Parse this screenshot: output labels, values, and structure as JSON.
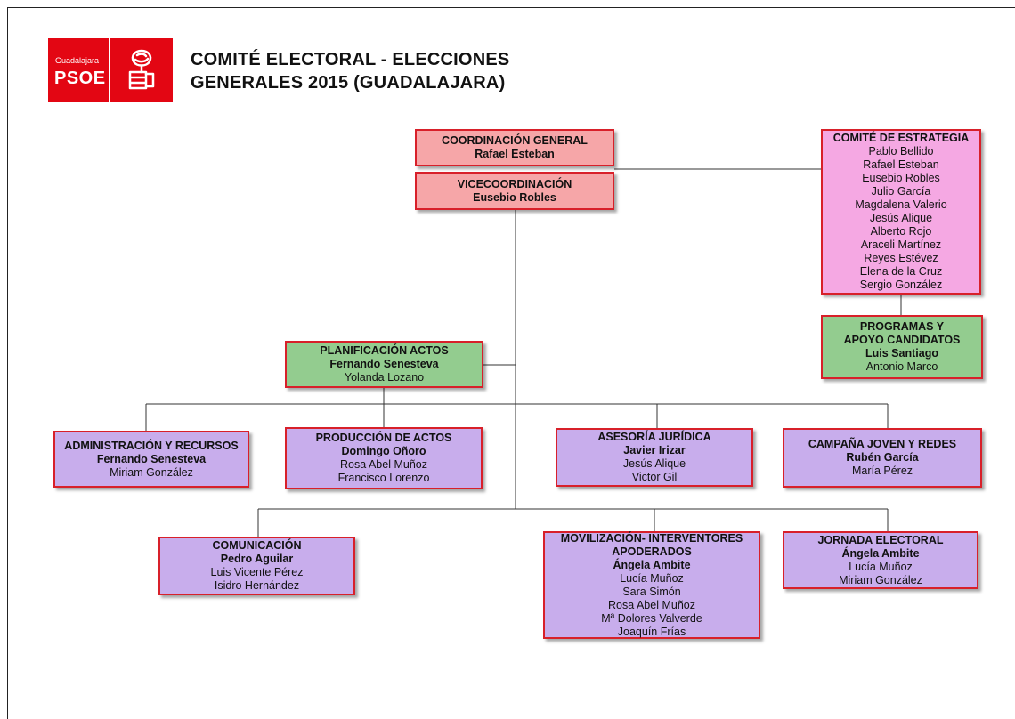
{
  "logo": {
    "region": "Guadalajara",
    "party": "PSOE"
  },
  "title": {
    "line1": "COMITÉ ELECTORAL - ELECCIONES",
    "line2": "GENERALES 2015 (GUADALAJARA)"
  },
  "boxes": {
    "coord": {
      "title": "COORDINACIÓN GENERAL",
      "lead": "Rafael Esteban"
    },
    "vice": {
      "title": "VICECOORDINACIÓN",
      "lead": "Eusebio Robles"
    },
    "estrategia": {
      "title": "COMITÉ DE ESTRATEGIA",
      "members": [
        "Pablo Bellido",
        "Rafael Esteban",
        "Eusebio Robles",
        "Julio García",
        "Magdalena Valerio",
        "Jesús Alique",
        "Alberto Rojo",
        "Araceli Martínez",
        "Reyes Estévez",
        "Elena de la Cruz",
        "Sergio González"
      ]
    },
    "programas": {
      "title1": "PROGRAMAS Y",
      "title2": "APOYO CANDIDATOS",
      "lead": "Luis Santiago",
      "members": [
        "Antonio Marco"
      ]
    },
    "planif": {
      "title": "PLANIFICACIÓN ACTOS",
      "lead": "Fernando Senesteva",
      "members": [
        "Yolanda Lozano"
      ]
    },
    "admin": {
      "title": "ADMINISTRACIÓN Y RECURSOS",
      "lead": "Fernando Senesteva",
      "members": [
        "Miriam González"
      ]
    },
    "produccion": {
      "title": "PRODUCCIÓN DE ACTOS",
      "lead": "Domingo Oñoro",
      "members": [
        "Rosa Abel Muñoz",
        "Francisco Lorenzo"
      ]
    },
    "asesoria": {
      "title": "ASESORÍA JURÍDICA",
      "lead": "Javier Irizar",
      "members": [
        "Jesús Alique",
        "Victor Gil"
      ]
    },
    "campana": {
      "title": "CAMPAÑA JOVEN Y REDES",
      "lead": "Rubén García",
      "members": [
        "María Pérez"
      ]
    },
    "comunicacion": {
      "title": "COMUNICACIÓN",
      "lead": "Pedro Aguilar",
      "members": [
        "Luis Vicente Pérez",
        "Isidro Hernández"
      ]
    },
    "movilizacion": {
      "title1": "MOVILIZACIÓN- INTERVENTORES",
      "title2": "APODERADOS",
      "lead": "Ángela Ambite",
      "members": [
        "Lucía Muñoz",
        "Sara Simón",
        "Rosa Abel Muñoz",
        "Mª Dolores Valverde",
        "Joaquín Frías"
      ]
    },
    "jornada": {
      "title": "JORNADA ELECTORAL",
      "lead": "Ángela Ambite",
      "members": [
        "Lucía Muñoz",
        "Miriam González"
      ]
    }
  }
}
